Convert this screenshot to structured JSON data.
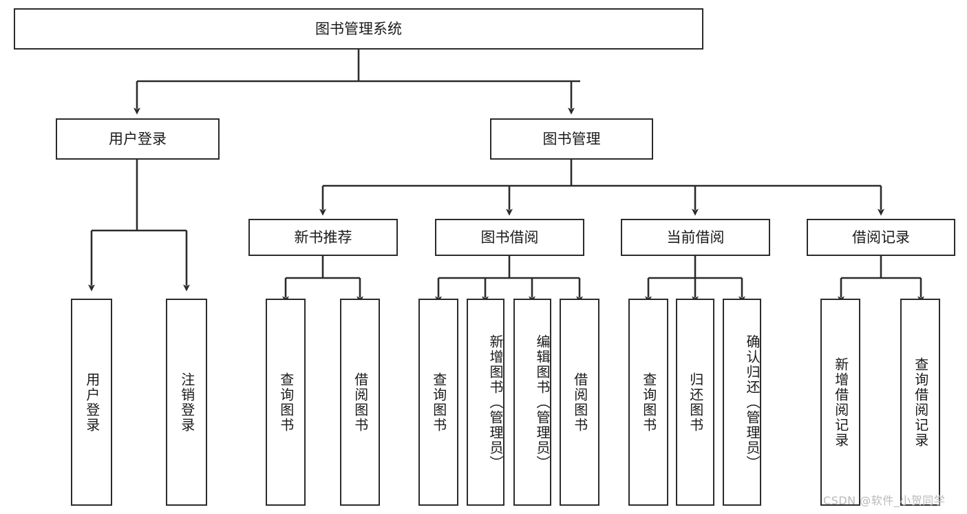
{
  "diagram": {
    "title": "图书管理系统",
    "root": {
      "label": "图书管理系统"
    },
    "level2": [
      {
        "label": "用户登录"
      },
      {
        "label": "图书管理"
      }
    ],
    "level3": [
      {
        "label": "新书推荐"
      },
      {
        "label": "图书借阅"
      },
      {
        "label": "当前借阅"
      },
      {
        "label": "借阅记录"
      }
    ],
    "leaves": {
      "user_login": [
        {
          "label": "用户登录"
        },
        {
          "label": "注销登录"
        }
      ],
      "new_book_recommend": [
        {
          "label": "查询图书"
        },
        {
          "label": "借阅图书"
        }
      ],
      "book_borrow": [
        {
          "label": "查询图书"
        },
        {
          "label": "新增图书（管理员）"
        },
        {
          "label": "编辑图书（管理员）"
        },
        {
          "label": "借阅图书"
        }
      ],
      "current_borrow": [
        {
          "label": "查询图书"
        },
        {
          "label": "归还图书"
        },
        {
          "label": "确认归还（管理员）"
        }
      ],
      "borrow_record": [
        {
          "label": "新增借阅记录"
        },
        {
          "label": "查询借阅记录"
        }
      ]
    }
  },
  "watermark": {
    "text": "CSDN @软件_小贺同学"
  },
  "colors": {
    "stroke": "#2b2b2b",
    "box_fill": "#ffffff",
    "text": "#1a1a1a",
    "watermark": "#b9b9b9"
  }
}
